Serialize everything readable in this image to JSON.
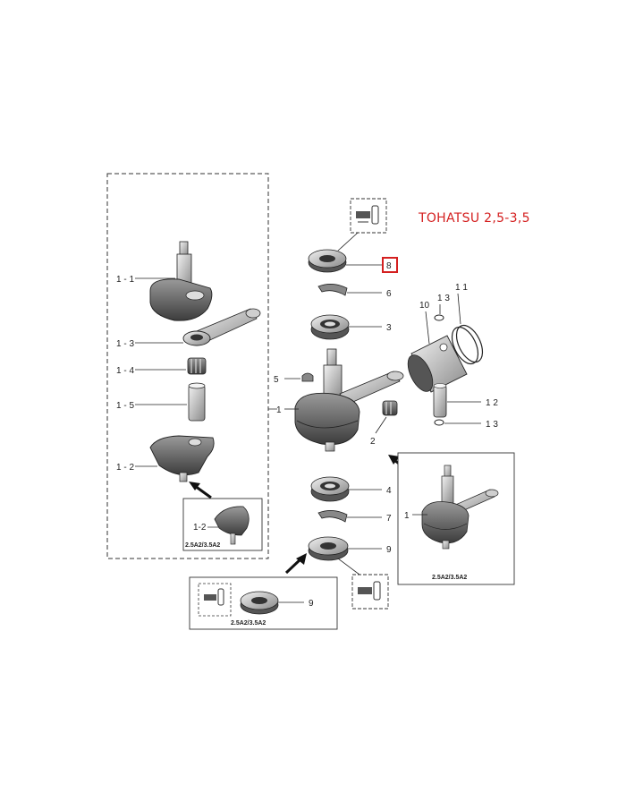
{
  "title": "TOHATSU 2,5-3,5",
  "highlight_color": "#d42020",
  "highlighted_part": "8",
  "labels": {
    "p1_1": "1 - 1",
    "p1_3": "1 - 3",
    "p1_4": "1 - 4",
    "p1_5": "1 - 5",
    "p1_2": "1 - 2",
    "p1": "1",
    "p2": "2",
    "p3": "3",
    "p4": "4",
    "p5": "5",
    "p6": "6",
    "p7": "7",
    "p8": "8",
    "p9": "9",
    "p10": "10",
    "p11": "1 1",
    "p12": "1 2",
    "p13a": "1 3",
    "p13b": "1 3",
    "inset_left_label": "1-2",
    "inset_bottom_label": "9",
    "inset_right_label": "1"
  },
  "captions": {
    "inset_left": "2.5A2/3.5A2",
    "inset_bottom": "2.5A2/3.5A2",
    "inset_right": "2.5A2/3.5A2"
  },
  "icons": [
    "liquid-gasket-icon-top",
    "liquid-gasket-icon-bottom",
    "liquid-gasket-icon-inset"
  ]
}
